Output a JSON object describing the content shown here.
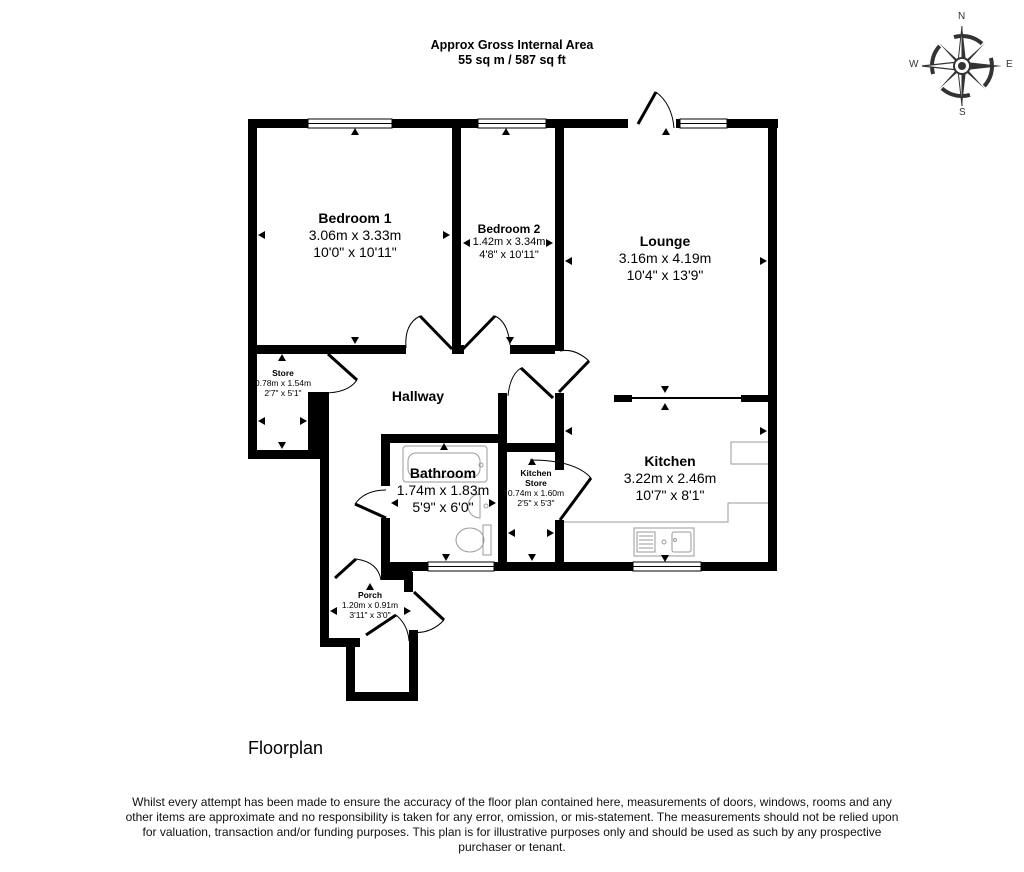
{
  "header": {
    "area_title": "Approx Gross Internal Area",
    "area_value": "55 sq m / 587 sq ft"
  },
  "compass": {
    "icon": "compass-rose-icon",
    "north": "N",
    "south": "S",
    "east": "E",
    "west": "W"
  },
  "rooms": {
    "bedroom1": {
      "name": "Bedroom 1",
      "metric": "3.06m x 3.33m",
      "imperial": "10'0\" x 10'11\""
    },
    "bedroom2": {
      "name": "Bedroom 2",
      "metric": "1.42m x 3.34m",
      "imperial": "4'8\" x 10'11\""
    },
    "lounge": {
      "name": "Lounge",
      "metric": "3.16m x 4.19m",
      "imperial": "10'4\" x 13'9\""
    },
    "store": {
      "name": "Store",
      "metric": "0.78m x 1.54m",
      "imperial": "2'7\" x 5'1\""
    },
    "hallway": {
      "name": "Hallway"
    },
    "bathroom": {
      "name": "Bathroom",
      "metric": "1.74m x 1.83m",
      "imperial": "5'9\" x 6'0\""
    },
    "kitchen_store": {
      "name_line1": "Kitchen",
      "name_line2": "Store",
      "metric": "0.74m x 1.60m",
      "imperial": "2'5\" x 5'3\""
    },
    "kitchen": {
      "name": "Kitchen",
      "metric": "3.22m x 2.46m",
      "imperial": "10'7\" x 8'1\""
    },
    "porch": {
      "name": "Porch",
      "metric": "1.20m x 0.91m",
      "imperial": "3'11\" x 3'0\""
    }
  },
  "footer": {
    "floor_title": "Floorplan",
    "disclaimer": "Whilst every attempt has been made to ensure the accuracy of the floor plan contained here, measurements of doors, windows, rooms and any other items are approximate and no responsibility is taken for any error, omission, or mis-statement. The measurements should not be relied upon for valuation, transaction and/or funding purposes. This plan is for illustrative purposes only and should be used as such by any prospective purchaser or tenant."
  },
  "colors": {
    "wall": "#000000",
    "fixture": "#9a9a9a",
    "background": "#ffffff"
  }
}
